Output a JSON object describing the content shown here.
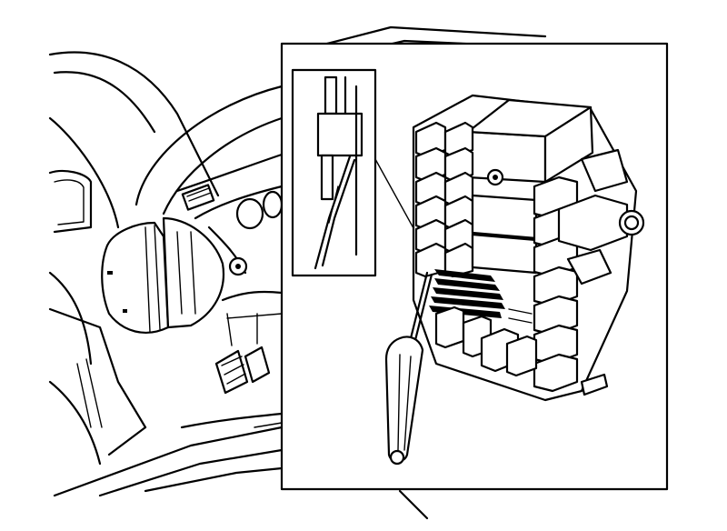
{
  "diagram": {
    "style": "black line illustration on white",
    "scene": [
      "vehicle-door-opening",
      "instrument-panel",
      "pedals",
      "fuse-relay-center",
      "screwdriver",
      "detail-inset"
    ]
  }
}
